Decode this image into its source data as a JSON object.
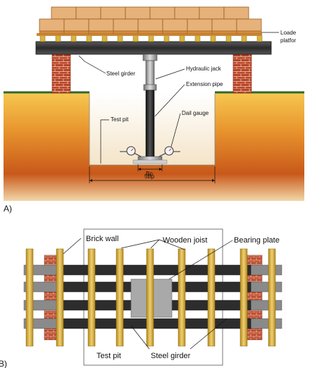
{
  "panel_a": {
    "panel_label": "A)",
    "labels": {
      "loaded_platform": "Loade\nplatfor",
      "steel_girder": "Steel girder",
      "hydraulic_jack": "Hydraulic jack",
      "extension_pipe": "Extension pipe",
      "test_pit": "Test pit",
      "dial_gauge": "Dail gauge",
      "bp": "Bp",
      "five_bp": "5Bp"
    }
  },
  "panel_b": {
    "panel_label": "B)",
    "labels": {
      "brick_wall": "Brick wall",
      "wooden_joist": "Wooden joist",
      "bearing_plate": "Bearing plate",
      "test_pit": "Test pit",
      "steel_girder": "Steel girder"
    }
  },
  "colors": {
    "brick_orange": "#d58a3c",
    "brick_light": "#e6b27a",
    "brick_red": "#b8442a",
    "girder_dark": "#2d2d2d",
    "soil_gold": "#f0b43a",
    "soil_orange": "#c85a1a",
    "grass_green": "#2f6a2f",
    "joist_yellow": "#d9b340",
    "grey_girder": "#8a8a8a"
  }
}
